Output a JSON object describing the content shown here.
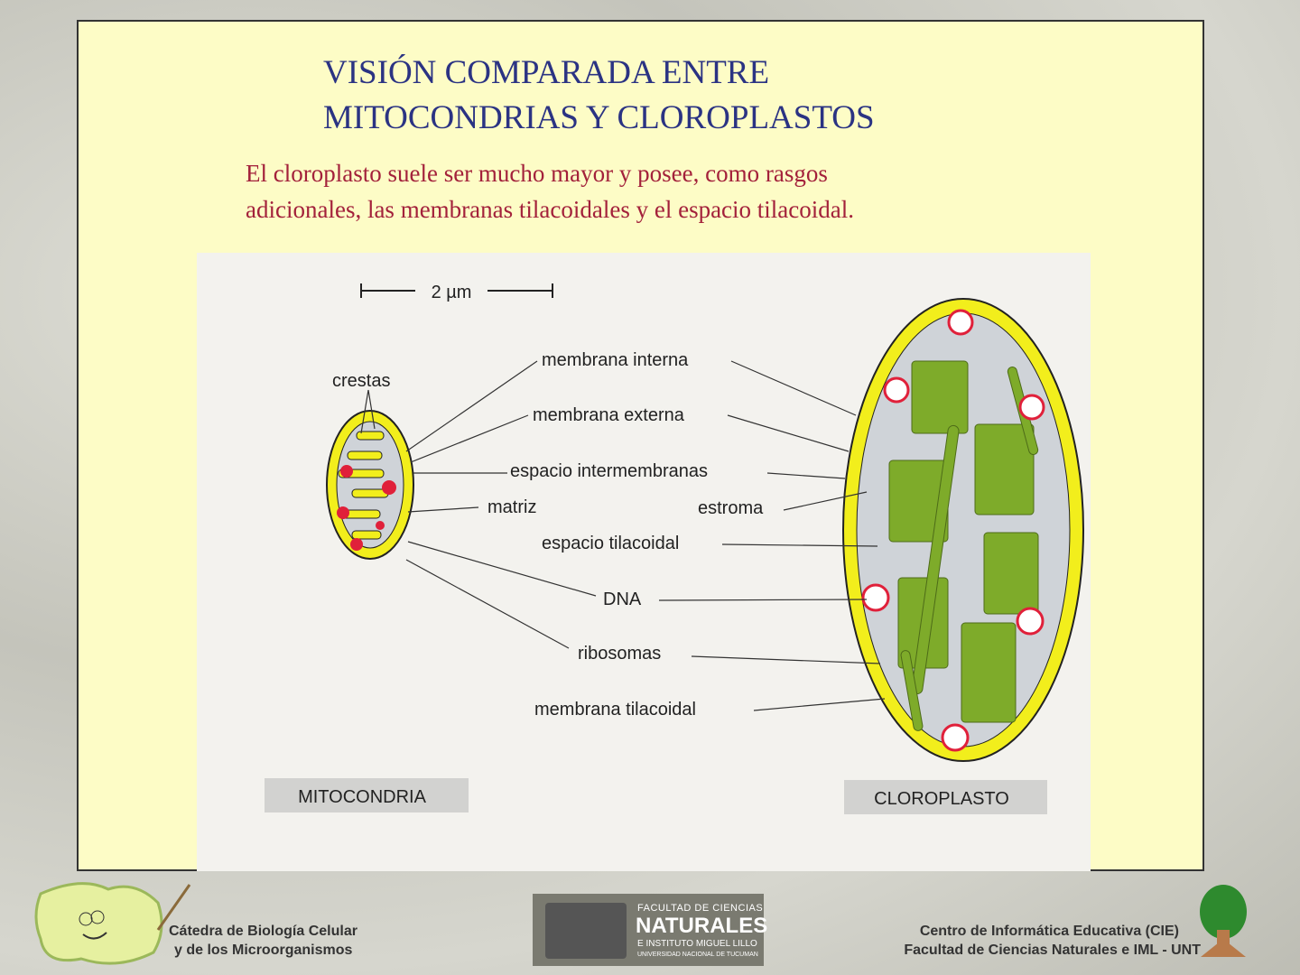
{
  "slide": {
    "title_lines": [
      "VISIÓN COMPARADA ENTRE",
      "MITOCONDRIAS Y CLOROPLASTOS"
    ],
    "subtitle_lines": [
      "El cloroplasto suele ser mucho mayor y posee, como rasgos",
      "adicionales, las membranas tilacoidales y el espacio tilacoidal."
    ]
  },
  "diagram": {
    "scale": "2 µm",
    "labels": {
      "crestas": "crestas",
      "membrana_interna": "membrana interna",
      "membrana_externa": "membrana externa",
      "espacio_intermembranas": "espacio intermembranas",
      "matriz": "matriz",
      "estroma": "estroma",
      "espacio_tilacoidal": "espacio tilacoidal",
      "dna": "DNA",
      "ribosomas": "ribosomas",
      "membrana_tilacoidal": "membrana tilacoidal"
    },
    "mitocondria": "MITOCONDRIA",
    "cloroplasto": "CLOROPLASTO",
    "colors": {
      "membrane": "#f2ee1c",
      "thylakoid": "#7eab2a",
      "dna": "#e0203a",
      "matrix": "#cfd3d8"
    }
  },
  "footer": {
    "left_lines": [
      "Cátedra de Biología Celular",
      "y de los Microorganismos"
    ],
    "center_logo": {
      "line1": "FACULTAD DE CIENCIAS",
      "line2": "NATURALES",
      "line3": "E INSTITUTO MIGUEL LILLO",
      "line4": "UNIVERSIDAD NACIONAL DE TUCUMAN"
    },
    "right_lines": [
      "Centro de Informática Educativa (CIE)",
      "Facultad de Ciencias Naturales e IML - UNT"
    ]
  }
}
